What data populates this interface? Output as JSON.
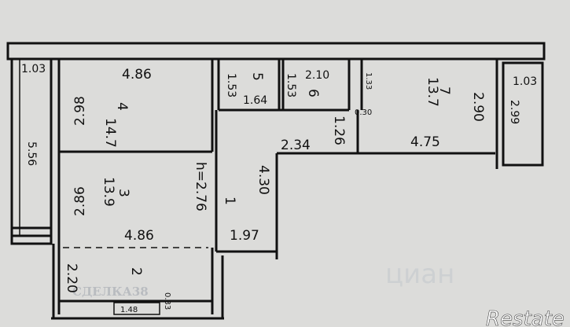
{
  "plan": {
    "rooms": [
      {
        "number": "4",
        "area": "14.7",
        "width": "4.86",
        "depth": "2.98"
      },
      {
        "number": "3",
        "area": "13.9",
        "width": "4.86",
        "depth": "2.86"
      },
      {
        "number": "2",
        "depth": "2.20"
      },
      {
        "number": "5",
        "depth": "1.53"
      },
      {
        "number": "6",
        "width": "2.10",
        "depth": "1.53"
      },
      {
        "number": "7",
        "area": "13.7",
        "width": "4.75",
        "depth": "2.90"
      },
      {
        "number": "1",
        "ceiling": "h=2.76",
        "length": "4.30",
        "width": "1.97"
      }
    ],
    "dims": {
      "balcony_left_width": "1.03",
      "balcony_left_length": "5.56",
      "balcony_right_width": "1.03",
      "balcony_right_length": "2.99",
      "hall_door_width": "1.64",
      "corridor_length": "2.34",
      "corridor_width": "1.26",
      "niche": "0.30",
      "room7_side": "1.33",
      "counter_length": "1.48",
      "counter_depth": "0.33"
    }
  },
  "watermarks": {
    "agency": "СДЕЛКА38",
    "cian": "циан",
    "restate": "Restate"
  }
}
